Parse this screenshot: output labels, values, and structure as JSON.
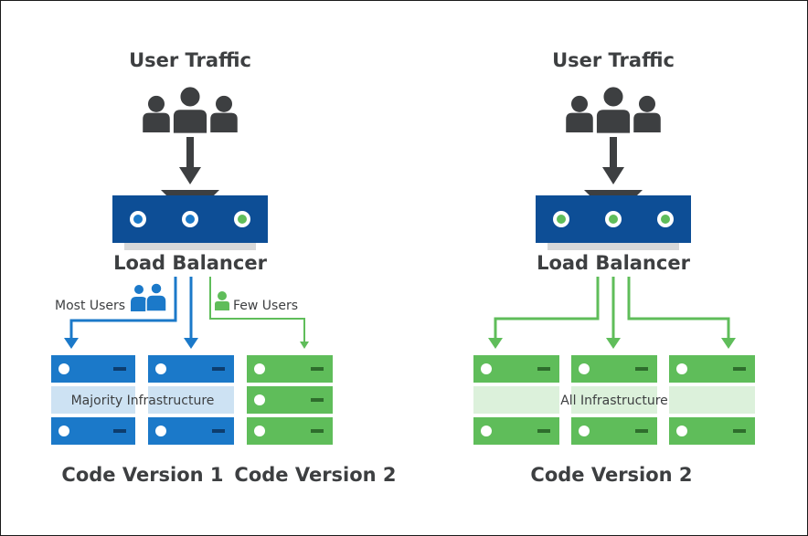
{
  "left": {
    "user_traffic": "User Traffic",
    "load_balancer": "Load Balancer",
    "most_users": "Most Users",
    "few_users": "Few Users",
    "majority_infrastructure": "Majority Infrastructure",
    "code_version_1": "Code Version 1",
    "code_version_2": "Code Version 2"
  },
  "right": {
    "user_traffic": "User Traffic",
    "load_balancer": "Load Balancer",
    "all_infrastructure": "All Infrastructure",
    "code_version_2": "Code Version 2"
  },
  "colors": {
    "blue": "#1b79c9",
    "dark_blue": "#0d4e96",
    "green": "#5fbd5a",
    "gray": "#3d3f41"
  },
  "icons": [
    "users-icon",
    "load-balancer-icon",
    "server-icon",
    "user-icon"
  ]
}
